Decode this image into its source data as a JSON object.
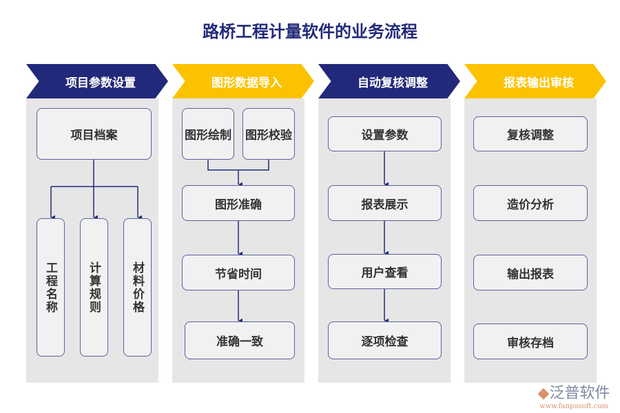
{
  "title": "路桥工程计量软件的业务流程",
  "colors": {
    "navy": "#22297a",
    "yellow": "#fcc200",
    "panel": "#e6e6e6"
  },
  "stages": [
    {
      "label": "项目参数设置",
      "color": "#22297a",
      "top": "项目档案",
      "sub": [
        "工程名称",
        "计算规则",
        "材料价格"
      ]
    },
    {
      "label": "图形数据导入",
      "color": "#fcc200",
      "top": [
        "图形绘制",
        "图形校验"
      ],
      "steps": [
        "图形准确",
        "节省时间",
        "准确一致"
      ]
    },
    {
      "label": "自动复核调整",
      "color": "#22297a",
      "steps": [
        "设置参数",
        "报表展示",
        "用户查看",
        "逐项检查"
      ]
    },
    {
      "label": "报表输出审核",
      "color": "#fcc200",
      "steps": [
        "复核调整",
        "造价分析",
        "输出报表",
        "审核存档"
      ]
    }
  ],
  "logo": {
    "name": "泛普软件",
    "url": "www.fanpusoft.com"
  }
}
